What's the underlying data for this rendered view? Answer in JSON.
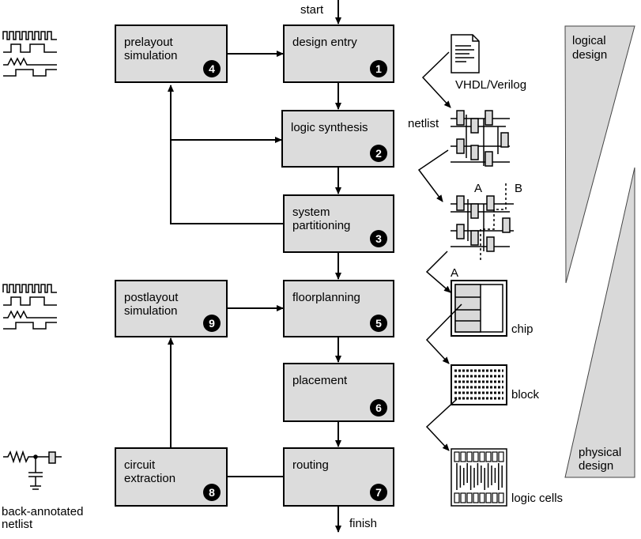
{
  "flow": {
    "start_label": "start",
    "finish_label": "finish"
  },
  "boxes": [
    {
      "id": "design-entry",
      "lines": [
        "design entry"
      ],
      "number": "1"
    },
    {
      "id": "logic-synthesis",
      "lines": [
        "logic synthesis"
      ],
      "number": "2"
    },
    {
      "id": "system-partitioning",
      "lines": [
        "system",
        "partitioning"
      ],
      "number": "3"
    },
    {
      "id": "prelayout-simulation",
      "lines": [
        "prelayout",
        "simulation"
      ],
      "number": "4"
    },
    {
      "id": "floorplanning",
      "lines": [
        "floorplanning"
      ],
      "number": "5"
    },
    {
      "id": "placement",
      "lines": [
        "placement"
      ],
      "number": "6"
    },
    {
      "id": "routing",
      "lines": [
        "routing"
      ],
      "number": "7"
    },
    {
      "id": "circuit-extraction",
      "lines": [
        "circuit",
        "extraction"
      ],
      "number": "8"
    },
    {
      "id": "postlayout-simulation",
      "lines": [
        "postlayout",
        "simulation"
      ],
      "number": "9"
    }
  ],
  "illustrations": {
    "vhdl_label": "VHDL/Verilog",
    "netlist_label": "netlist",
    "partition_a": "A",
    "partition_b": "B",
    "chip_a": "A",
    "chip_label": "chip",
    "block_label": "block",
    "logic_cells_label": "logic cells",
    "back_annotated": [
      "back-annotated",
      "netlist"
    ]
  },
  "side": {
    "logical": [
      "logical",
      "design"
    ],
    "physical": [
      "physical",
      "design"
    ]
  }
}
